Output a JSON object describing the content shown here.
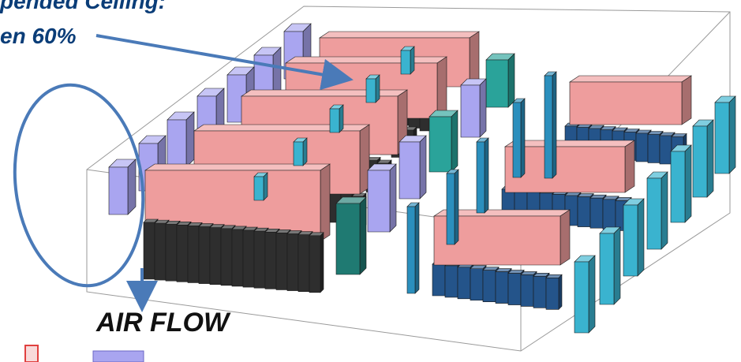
{
  "annotations": {
    "ceiling_label": "pended Ceiling:",
    "open_label": "en 60%",
    "airflow_label": "AIR FLOW"
  },
  "colors": {
    "rack_black": "#2e2e2e",
    "rack_navy": "#24548a",
    "rack_cyan": "#3ab3cf",
    "crah_lavender": "#a9a5f0",
    "duct_pink": "#ee9d9d",
    "annotation_blue": "#4a7ab8"
  },
  "legend": {
    "swatch_red": "#e0403f",
    "swatch_lavender": "#a9a5f0"
  }
}
